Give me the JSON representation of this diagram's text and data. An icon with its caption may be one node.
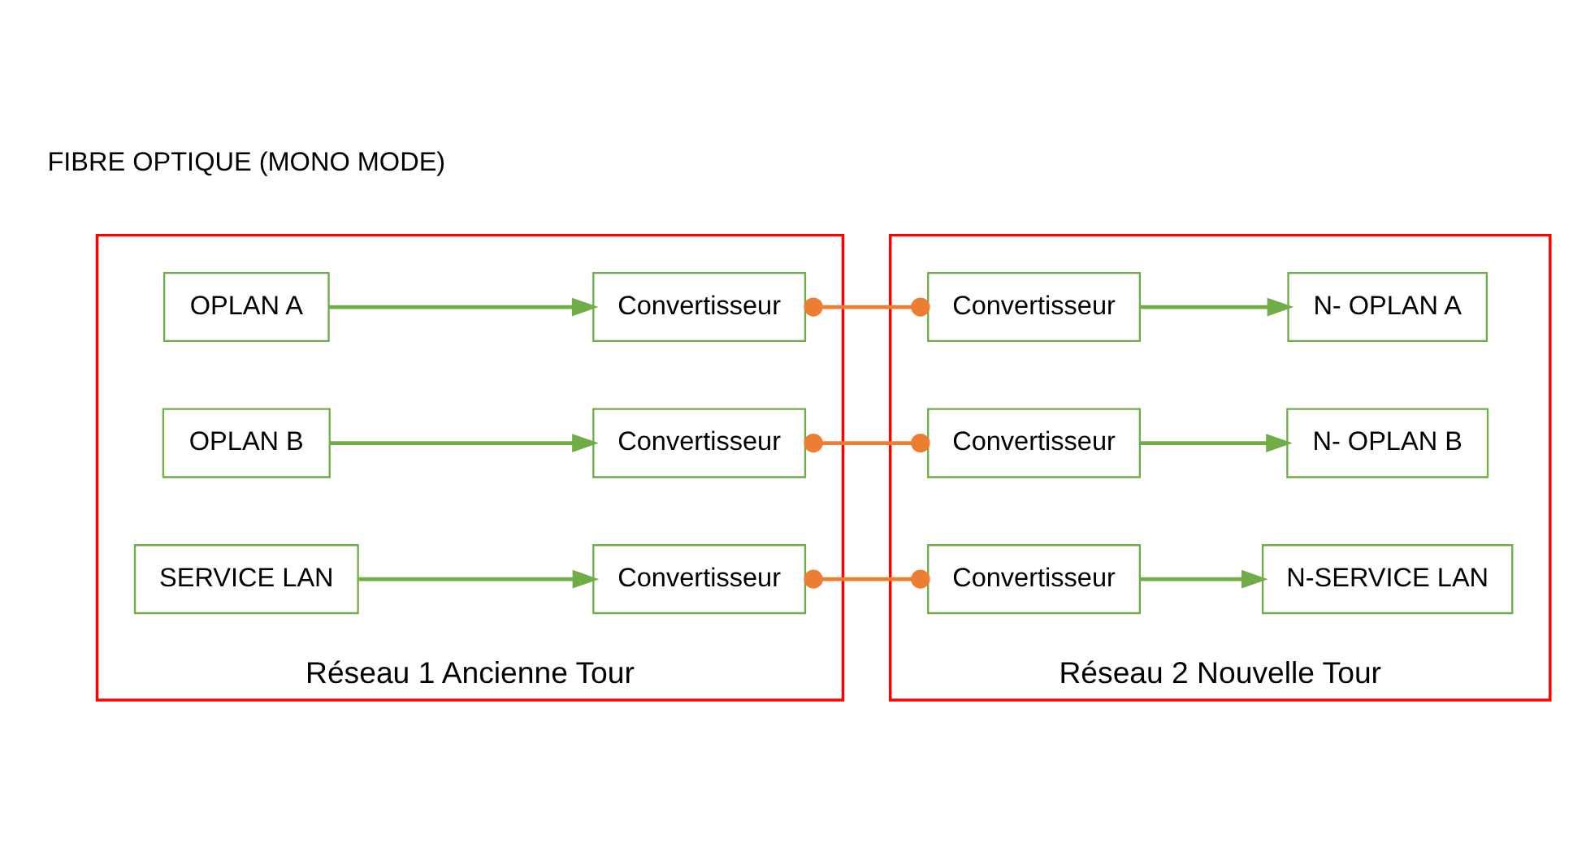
{
  "diagram": {
    "nodes": [
      {
        "text": [
          "Réseau 1 Ancienne Tour"
        ]
      },
      {
        "text": [
          "OPLAN A"
        ],
        "in": 0
      },
      {
        "text": [
          "Convertisseur"
        ],
        "in": 0
      },
      {
        "text": [
          "OPLAN B"
        ],
        "in": 0
      },
      {
        "text": [
          "Convertisseur"
        ],
        "in": 0
      },
      {
        "text": [
          "SERVICE LAN"
        ],
        "in": 0
      },
      {
        "text": [
          "Convertisseur"
        ],
        "in": 0
      },
      {
        "text": [
          "Réseau 2 Nouvelle Tour"
        ]
      },
      {
        "text": [
          "Convertisseur"
        ],
        "in": 7
      },
      {
        "text": [
          "N- OPLAN A"
        ],
        "in": 7
      },
      {
        "text": [
          "Convertisseur"
        ],
        "in": 7
      },
      {
        "text": [
          "N- OPLAN B"
        ],
        "in": 7
      },
      {
        "text": [
          "Convertisseur"
        ],
        "in": 7
      },
      {
        "text": [
          "N-SERVICE LAN"
        ],
        "in": 7
      }
    ],
    "edges": [
      {
        "from": 1,
        "to": 2,
        "arrow": "to"
      },
      {
        "from": 3,
        "to": 4,
        "arrow": "to"
      },
      {
        "from": 5,
        "to": 6,
        "arrow": "to"
      },
      {
        "from": 2,
        "to": 8,
        "arrow": "other",
        "color": "#ed7d31"
      },
      {
        "from": 4,
        "to": 10,
        "arrow": "other",
        "color": "#ed7d31"
      },
      {
        "from": 6,
        "to": 12,
        "arrow": "other",
        "color": "#ed7d31"
      },
      {
        "from": 8,
        "to": 9,
        "arrow": "to"
      },
      {
        "from": 10,
        "to": 11,
        "arrow": "to"
      },
      {
        "from": 12,
        "to": 13,
        "arrow": "to"
      }
    ],
    "labels": [
      "FIBRE OPTIQUE (MONO MODE)"
    ]
  }
}
